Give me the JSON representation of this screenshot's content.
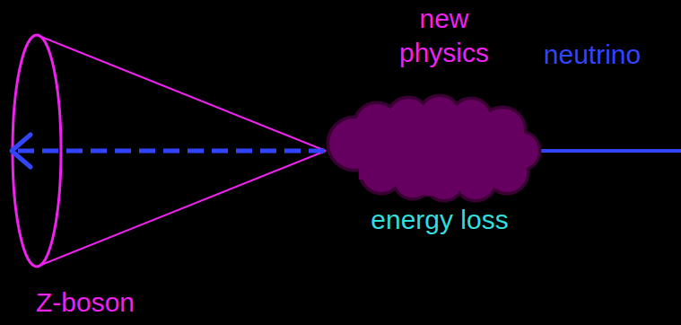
{
  "diagram": {
    "labels": [
      "new physics",
      "neutrino",
      "energy loss",
      "Z-boson"
    ]
  }
}
